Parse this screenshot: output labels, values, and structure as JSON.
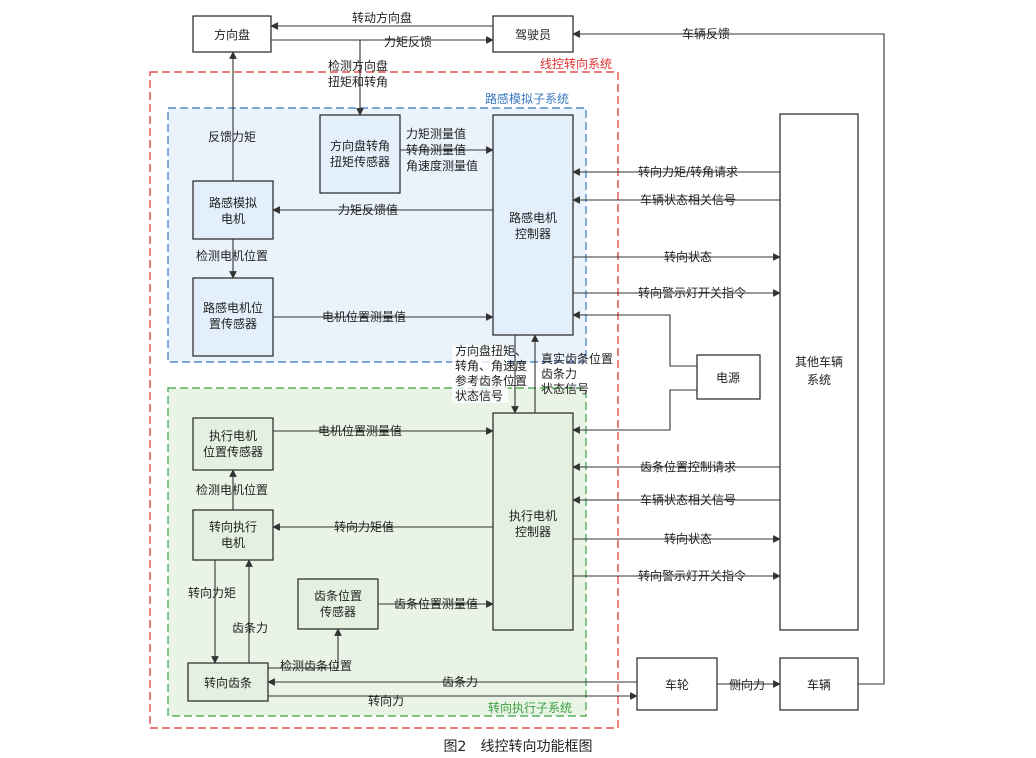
{
  "regions": {
    "wire": {
      "label": "线控转向系统",
      "color": "#e03030"
    },
    "road": {
      "label": "路感模拟子系统",
      "color": "#3a78c2"
    },
    "exec": {
      "label": "转向执行子系统",
      "color": "#3aa040"
    }
  },
  "boxes": {
    "wheel": "方向盘",
    "driver": "驾驶员",
    "sensor1": [
      "方向盘转角",
      "扭矩传感器"
    ],
    "rfmotor": [
      "路感模拟",
      "电机"
    ],
    "rfpos": [
      "路感电机位",
      "置传感器"
    ],
    "rfctrl": [
      "路感电机",
      "控制器"
    ],
    "other": [
      "其他车辆",
      "系统"
    ],
    "power": "电源",
    "expos": [
      "执行电机",
      "位置传感器"
    ],
    "exmotor": [
      "转向执行",
      "电机"
    ],
    "rackpos": [
      "齿条位置",
      "传感器"
    ],
    "exctrl": [
      "执行电机",
      "控制器"
    ],
    "rack": "转向齿条",
    "tire": "车轮",
    "vehicle": "车辆"
  },
  "labels": {
    "turn_wheel": "转动方向盘",
    "torque_feedback": "力矩反馈",
    "vehicle_feedback": "车辆反馈",
    "detect_wheel": [
      "检测方向盘",
      "扭矩和转角"
    ],
    "feedback_torque": "反馈力矩",
    "measured": [
      "力矩测量值",
      "转角测量值",
      "角速度测量值"
    ],
    "torque_fb_value": "力矩反馈值",
    "detect_motor_pos1": "检测电机位置",
    "motor_pos_meas1": "电机位置测量值",
    "steer_req": "转向力矩/转角请求",
    "veh_state1": "车辆状态相关信号",
    "steer_status1": "转向状态",
    "warn1": "转向警示灯开关指令",
    "down_signals": [
      "方向盘扭矩、",
      "转角、角速度",
      "参考齿条位置",
      "状态信号"
    ],
    "up_signals": [
      "真实齿条位置",
      "齿条力",
      "状态信号"
    ],
    "motor_pos_meas2": "电机位置测量值",
    "detect_motor_pos2": "检测电机位置",
    "rack_req": "齿条位置控制请求",
    "veh_state2": "车辆状态相关信号",
    "steer_torque_value": "转向力矩值",
    "steer_status2": "转向状态",
    "steer_torque": "转向力矩",
    "rack_force1": "齿条力",
    "rack_pos_meas": "齿条位置测量值",
    "warn2": "转向警示灯开关指令",
    "detect_rack": "检测齿条位置",
    "rack_force2": "齿条力",
    "steer_force": "转向力",
    "lateral_force": "侧向力"
  },
  "caption": "图2　线控转向功能框图"
}
